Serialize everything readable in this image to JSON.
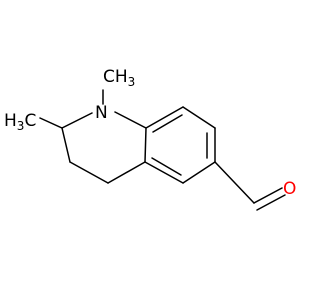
{
  "molecule": {
    "atoms": {
      "nitrogen": "N",
      "methyl_top": "CH3",
      "methyl_top_symbol": "CH",
      "methyl_top_subscript": "3",
      "methyl_left": "H3C",
      "methyl_left_h": "H",
      "methyl_left_subscript": "3",
      "methyl_left_c": "C",
      "oxygen": "O"
    },
    "colors": {
      "bond": "#000000",
      "text": "#000000",
      "oxygen": "#ff0000",
      "background": "#ffffff"
    }
  }
}
